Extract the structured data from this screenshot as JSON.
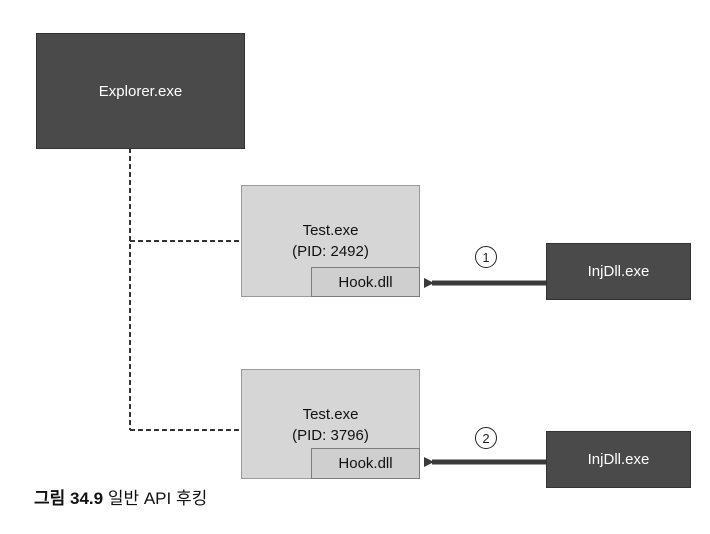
{
  "nodes": {
    "explorer": {
      "label": "Explorer.exe"
    },
    "test1": {
      "name": "Test.exe",
      "pid": "(PID: 2492)",
      "hook": "Hook.dll"
    },
    "test2": {
      "name": "Test.exe",
      "pid": "(PID: 3796)",
      "hook": "Hook.dll"
    },
    "injector1": {
      "label": "InjDll.exe"
    },
    "injector2": {
      "label": "InjDll.exe"
    }
  },
  "steps": {
    "one": "1",
    "two": "2"
  },
  "caption": {
    "figure": "그림 34.9",
    "text": "일반 API 후킹"
  },
  "colors": {
    "dark_box": "#4a4a4a",
    "light_box": "#d6d6d6",
    "arrow": "#3a3a3a"
  }
}
